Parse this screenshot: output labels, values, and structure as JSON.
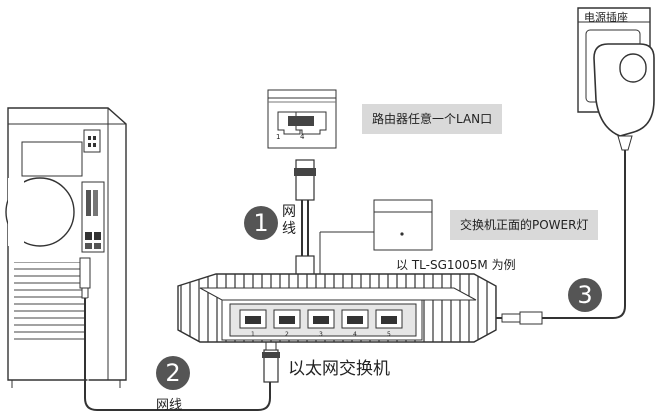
{
  "labels": {
    "router_lan": "路由器任意一个LAN口",
    "switch_power_led": "交换机正面的POWER灯",
    "model_example": "以 TL-SG1005M 为例",
    "ethernet_switch": "以太网交换机",
    "power_socket": "电源插座",
    "cable_1": "网线",
    "cable_2": "网线",
    "port_label_router_1": "1",
    "port_label_router_4": "4",
    "switch_port_numbers": [
      "1",
      "2",
      "3",
      "4",
      "5"
    ]
  },
  "steps": [
    "1",
    "2",
    "3"
  ],
  "colors": {
    "callout_bg": "#d9d9d9",
    "step_bg": "#555555",
    "line": "#333333"
  }
}
